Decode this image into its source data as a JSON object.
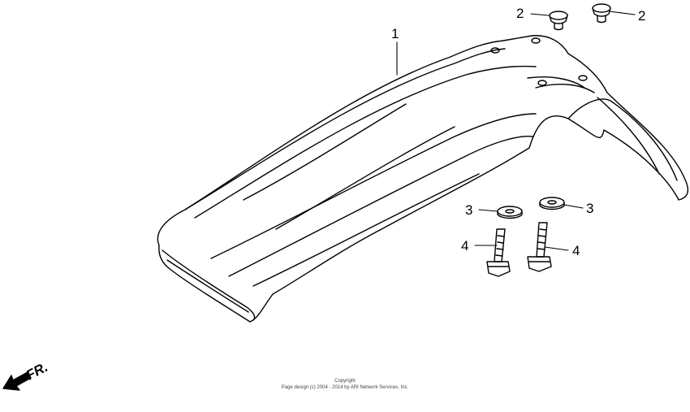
{
  "callouts": [
    {
      "id": "c1a",
      "number": "1"
    },
    {
      "id": "c2a",
      "number": "2"
    },
    {
      "id": "c2b",
      "number": "2"
    },
    {
      "id": "c3a",
      "number": "3"
    },
    {
      "id": "c3b",
      "number": "3"
    },
    {
      "id": "c4a",
      "number": "4"
    },
    {
      "id": "c4b",
      "number": "4"
    }
  ],
  "direction_label": "FR.",
  "footer": {
    "line1": "Copyright",
    "line2": "Page design (c) 2004 - 2014 by ARI Network Services, Inc."
  }
}
